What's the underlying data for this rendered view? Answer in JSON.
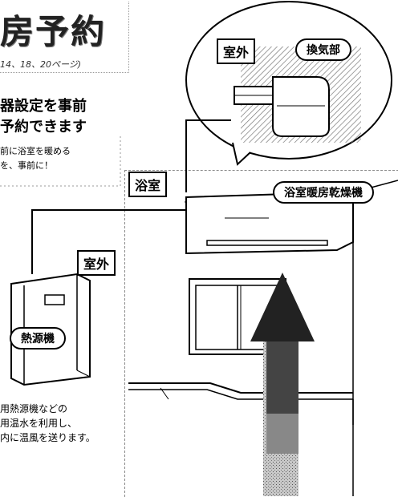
{
  "header": {
    "title": "房予約",
    "pages": "14、18、20ページ)"
  },
  "lead": {
    "line1": "器設定を事前",
    "line2": "予約できます"
  },
  "note": {
    "line1": "前に浴室を暖める",
    "line2": "を、事前に！"
  },
  "labels": {
    "outdoor_top": "室外",
    "vent": "換気部",
    "bathroom": "浴室",
    "unit": "浴室暖房乾燥機",
    "outdoor_left": "室外",
    "heat_source": "熱源機"
  },
  "description": {
    "line1": "用熱源機などの",
    "line2": "用温水を利用し、",
    "line3": "内に温風を送ります。"
  }
}
